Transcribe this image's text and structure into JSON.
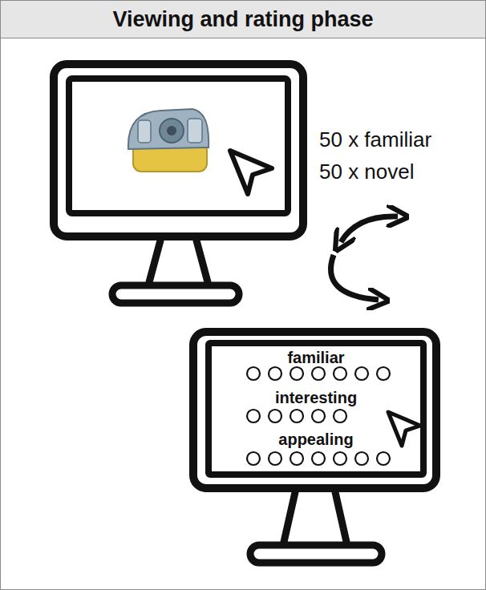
{
  "diagram": {
    "title": "Viewing and rating phase",
    "nodes": [
      {
        "text": [
          "familiar",
          "interesting",
          "appealing"
        ]
      }
    ],
    "labels": [
      "50 x familiar",
      "50 x novel"
    ]
  }
}
